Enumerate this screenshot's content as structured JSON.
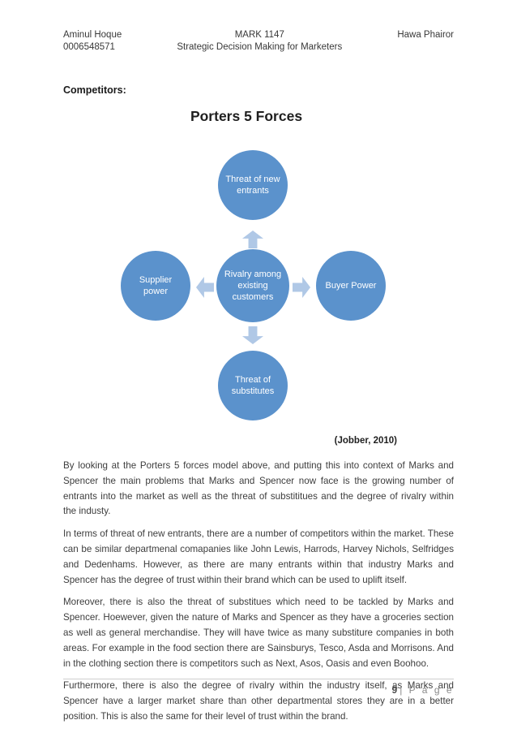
{
  "header": {
    "student_name": "Aminul Hoque",
    "student_id": "0006548571",
    "course_code": "MARK 1147",
    "course_title": "Strategic Decision Making for Marketers",
    "second_name": "Hawa Phairor"
  },
  "section": {
    "heading": "Competitors:"
  },
  "figure": {
    "title": "Porters 5 Forces",
    "caption": "(Jobber, 2010)",
    "type": "porters-five-forces-diagram",
    "nodes": {
      "top": "Threat of new entrants",
      "left": "Supplier power",
      "center": "Rivalry among existing customers",
      "right": "Buyer Power",
      "bottom": "Threat of substitutes"
    },
    "arrows": [
      "up",
      "left",
      "right",
      "down"
    ],
    "colors": {
      "circle": "#5b92cc",
      "arrow": "#b0c8e6",
      "node_text": "#ffffff"
    }
  },
  "paragraphs": [
    "By looking at the Porters 5 forces model above, and putting this into context of Marks and Spencer the main problems that Marks and Spencer now face is the growing number of entrants into the market as well as the threat of substititues and the degree of rivalry within the industy.",
    "In terms of threat of new entrants, there are a number of competitors within the market. These can be similar departmenal comapanies like John Lewis, Harrods, Harvey Nichols, Selfridges and Dedenhams. However, as there are many entrants within that industry Marks and Spencer has the degree of trust within their brand which can be used to uplift itself.",
    "Moreover, there is also the threat of substitues which need to be tackled by Marks and Spencer. Hoewever, given the nature of Marks and Spencer as they have a groceries section as well as general merchandise. They will have twice as many substiture companies in both areas. For example in the food section there are Sainsburys, Tesco, Asda and Morrisons. And in the clothing section there is competitors such as Next, Asos, Oasis and even Boohoo.",
    "Furthermore, there is also the degree of rivalry within the industry itself, as Marks and Spencer have a larger market share than other departmental stores they are in a better position. This is also the same for their level of trust within the brand."
  ],
  "footer": {
    "page_number": "9",
    "page_label": "| P a g e"
  }
}
